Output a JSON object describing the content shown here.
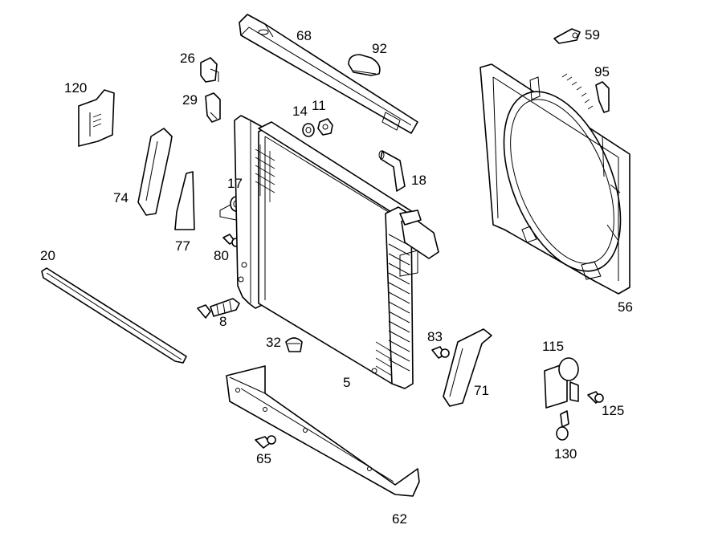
{
  "labels": {
    "p68": "68",
    "p92": "92",
    "p59": "59",
    "p26": "26",
    "p120": "120",
    "p95": "95",
    "p29": "29",
    "p14": "14",
    "p11": "11",
    "p18": "18",
    "p17": "17",
    "p74": "74",
    "p77": "77",
    "p80": "80",
    "p20": "20",
    "p56": "56",
    "p8": "8",
    "p83": "83",
    "p32": "32",
    "p115": "115",
    "p5": "5",
    "p71": "71",
    "p125": "125",
    "p130": "130",
    "p65": "65",
    "p62": "62"
  }
}
